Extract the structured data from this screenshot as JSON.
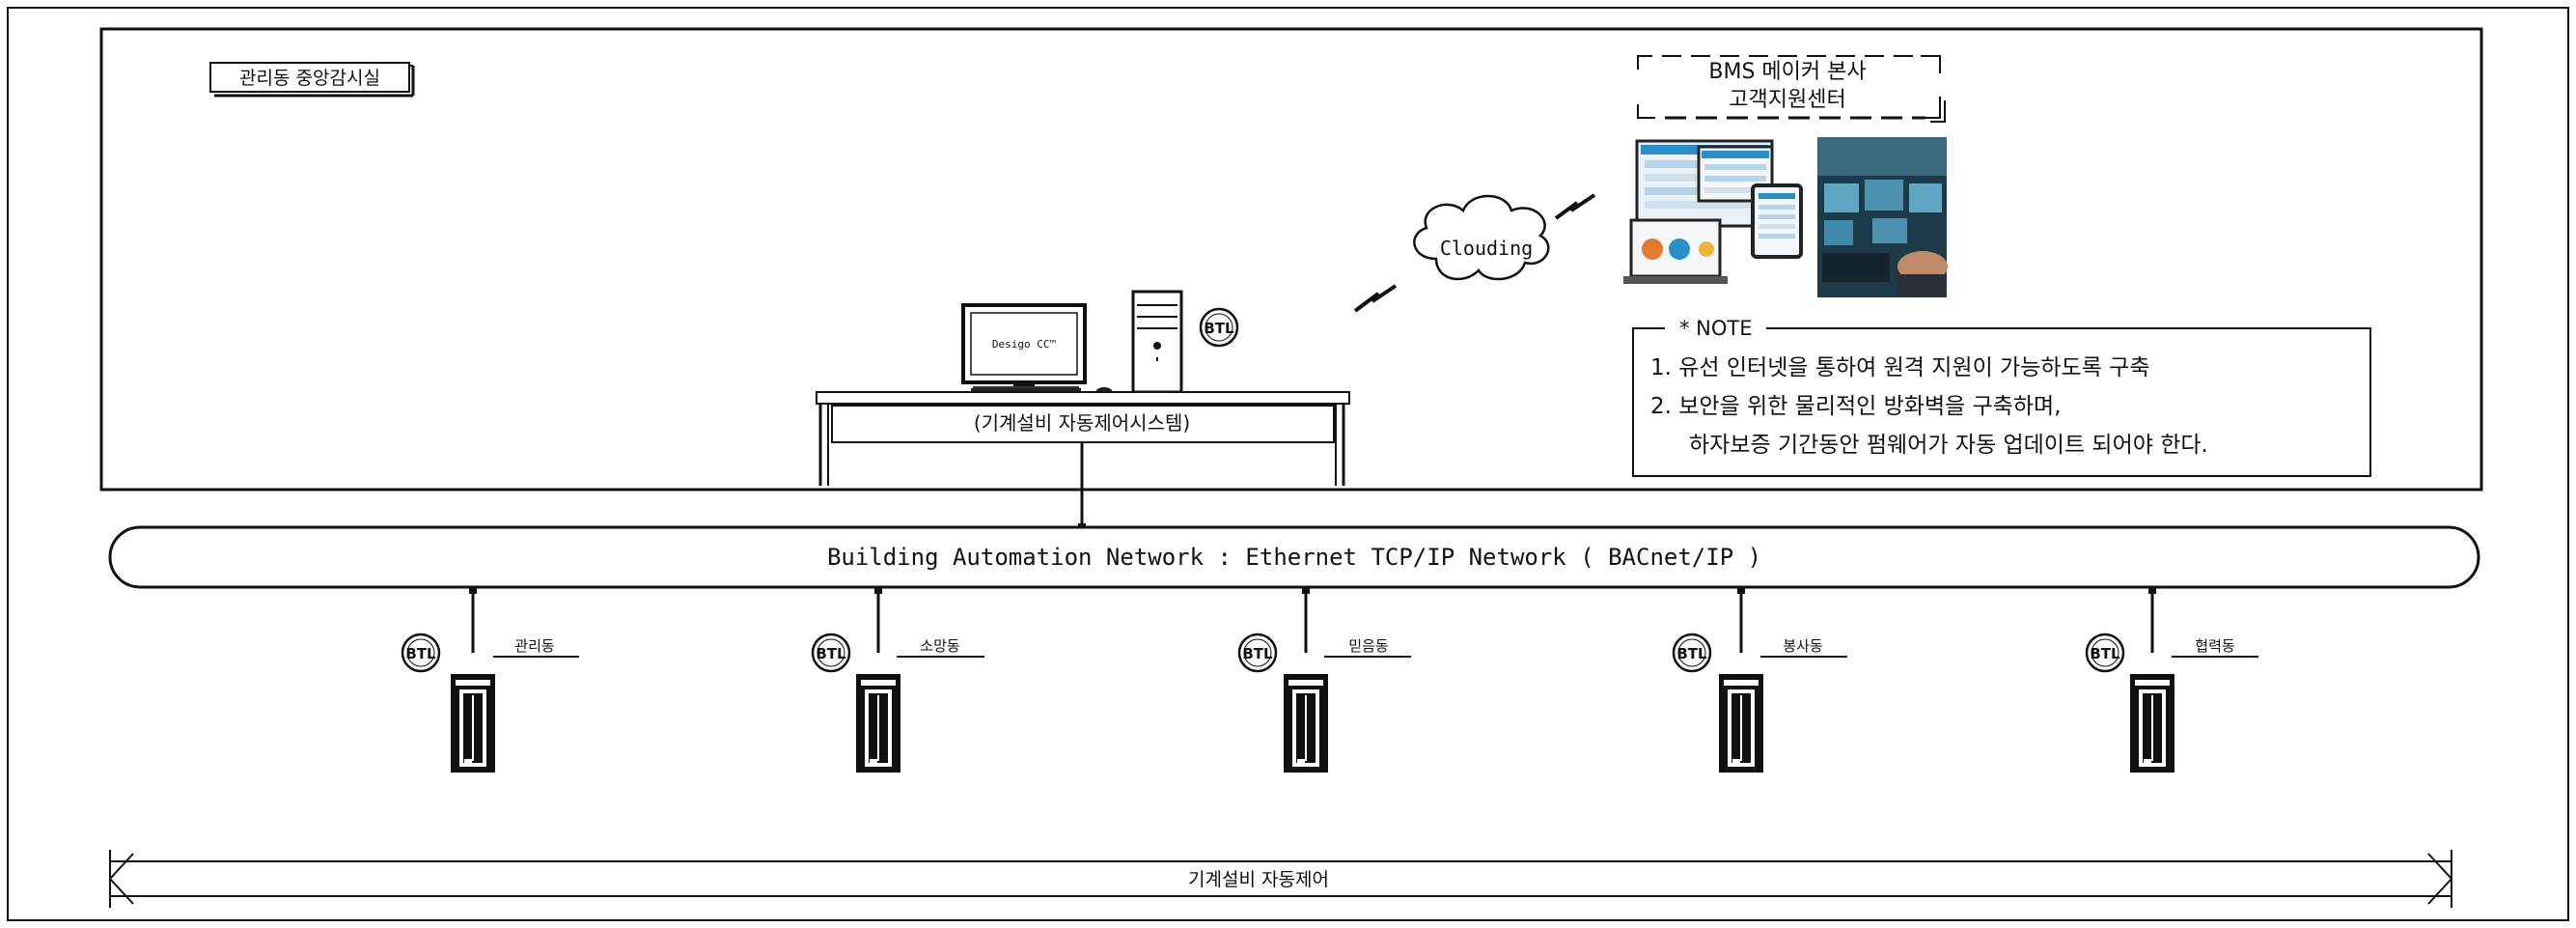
{
  "room_label": "관리동 중앙감시실",
  "bms_center": {
    "line1": "BMS 메이커 본사",
    "line2": "고객지원센터"
  },
  "cloud_label": "Clouding",
  "monitor_brand": "Desigo CC™",
  "desk_label": "(기계설비 자동제어시스템)",
  "note": {
    "title": "* NOTE",
    "items": [
      "1. 유선 인터넷을 통하여 원격 지원이 가능하도록 구축",
      "2. 보안을 위한 물리적인 방화벽을 구축하며,",
      "하자보증 기간동안 펌웨어가 자동 업데이트 되어야 한다."
    ]
  },
  "network_label": "Building Automation Network : Ethernet TCP/IP Network ( BACnet/IP )",
  "btl_badge": "BTL",
  "controllers": [
    {
      "label": "관리동"
    },
    {
      "label": "소망동"
    },
    {
      "label": "믿음동"
    },
    {
      "label": "봉사동"
    },
    {
      "label": "협력동"
    }
  ],
  "scope_label": "기계설비 자동제어",
  "colors": {
    "line": "#111111",
    "screen_accent": "#2a8ec7",
    "photo_dark": "#1c3a4a"
  }
}
